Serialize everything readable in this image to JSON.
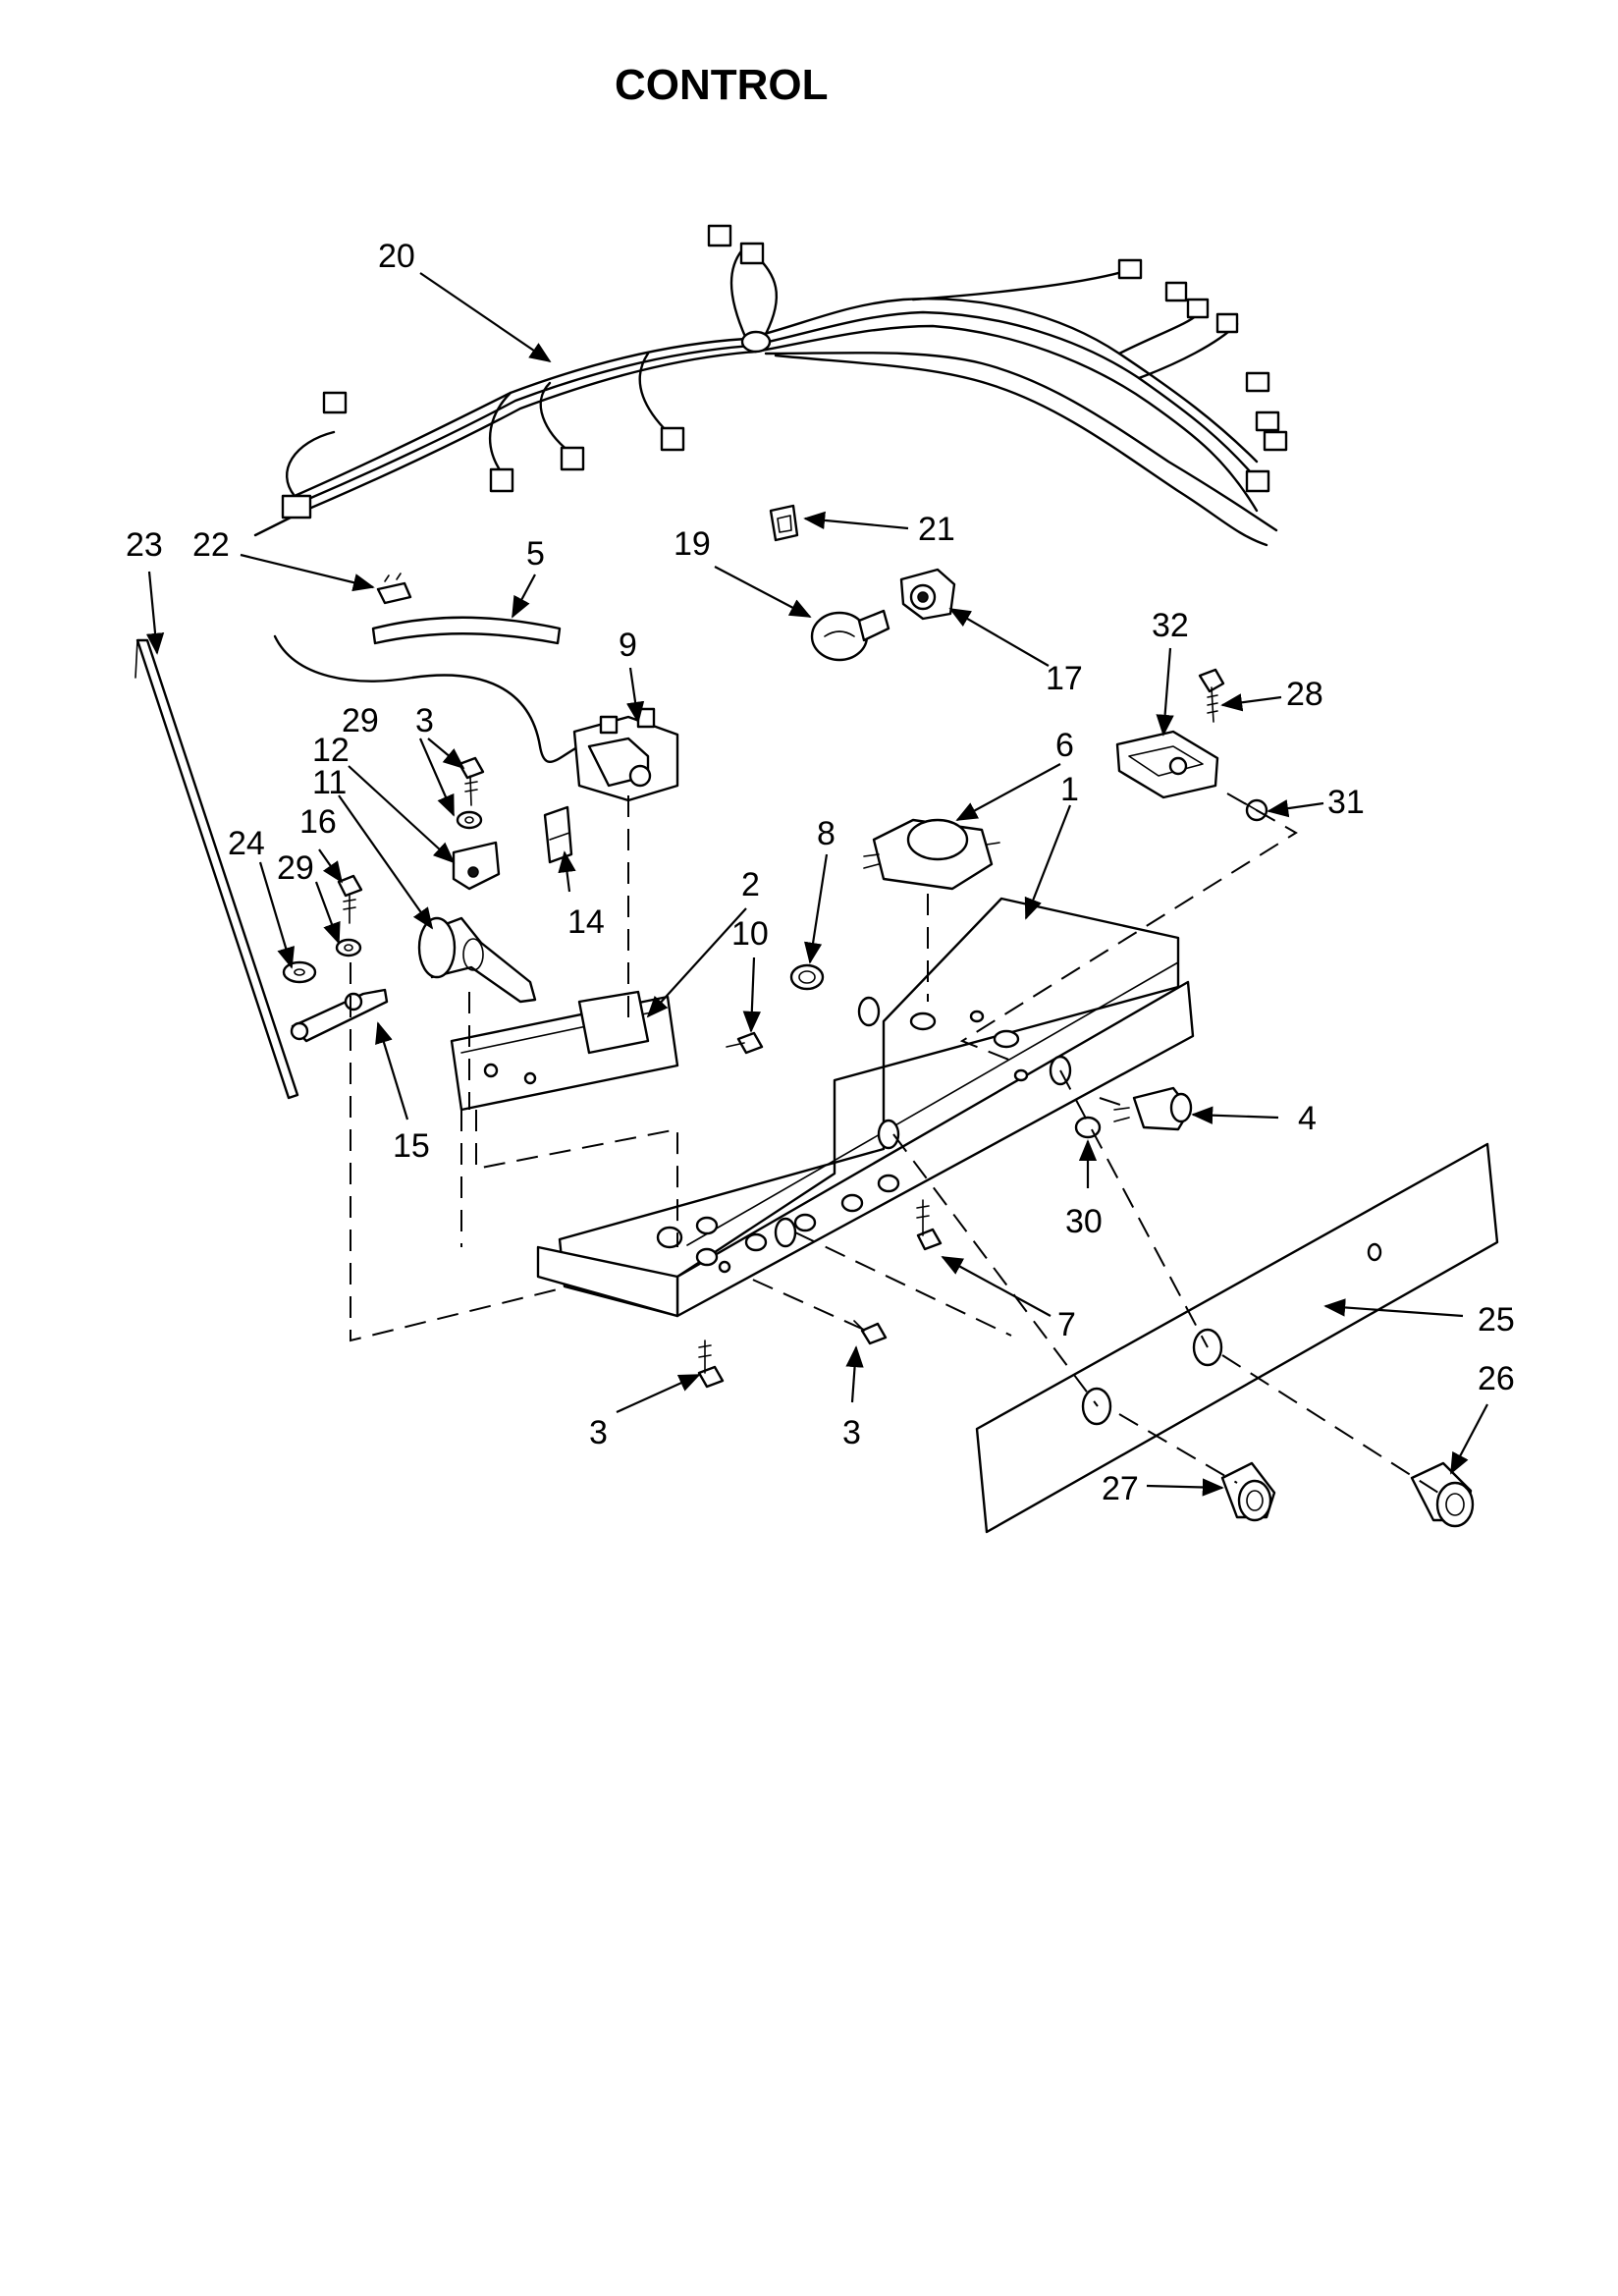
{
  "title": "CONTROL",
  "callouts": {
    "c20": "20",
    "c21": "21",
    "c19": "19",
    "c17": "17",
    "c23": "23",
    "c22": "22",
    "c5": "5",
    "c9": "9",
    "c32": "32",
    "c28": "28",
    "c31": "31",
    "c29a": "29",
    "c3a": "3",
    "c12": "12",
    "c11": "11",
    "c16": "16",
    "c29b": "29",
    "c24": "24",
    "c14": "14",
    "c6": "6",
    "c1": "1",
    "c8": "8",
    "c2": "2",
    "c10": "10",
    "c15": "15",
    "c4": "4",
    "c30": "30",
    "c7": "7",
    "c25": "25",
    "c26": "26",
    "c3b": "3",
    "c3c": "3",
    "c27": "27"
  }
}
